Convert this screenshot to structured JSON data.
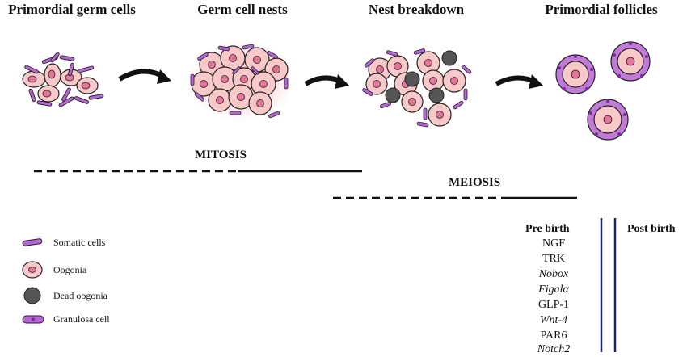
{
  "stages": [
    {
      "id": "pgc",
      "title": "Primordial germ cells"
    },
    {
      "id": "nests",
      "title": "Germ cell nests"
    },
    {
      "id": "breakdown",
      "title": "Nest breakdown"
    },
    {
      "id": "follicles",
      "title": "Primordial follicles"
    }
  ],
  "phases": {
    "mitosis": "MITOSIS",
    "meiosis": "MEIOSIS"
  },
  "timeline": {
    "pre_birth": "Pre birth",
    "post_birth": "Post birth"
  },
  "markers": [
    {
      "label": "NGF",
      "italic": false
    },
    {
      "label": "TRK",
      "italic": false
    },
    {
      "label": "Nobox",
      "italic": true
    },
    {
      "label": "Figalα",
      "italic": true
    },
    {
      "label": "GLP-1",
      "italic": false
    },
    {
      "label": "Wnt-4",
      "italic": true
    },
    {
      "label": "PAR6",
      "italic": false
    },
    {
      "label": "Notch2",
      "italic": true
    }
  ],
  "legend": [
    {
      "id": "somatic",
      "label": "Somatic cells"
    },
    {
      "id": "oogonia",
      "label": "Oogonia"
    },
    {
      "id": "dead",
      "label": "Dead oogonia"
    },
    {
      "id": "granulosa",
      "label": "Granulosa cell"
    }
  ],
  "colors": {
    "oogonia_fill": "#f9c9c9",
    "oogonia_glow": "#f4a9b8",
    "nucleus": "#e6739a",
    "somatic": "#b565d6",
    "dead": "#555555",
    "birth_line": "#1c2470"
  }
}
